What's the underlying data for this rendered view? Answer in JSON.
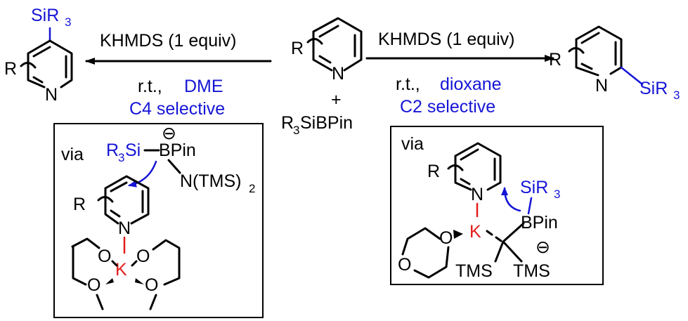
{
  "colors": {
    "text": "#000000",
    "blue": "#1515d6",
    "red": "#e21b1b"
  },
  "reagents": {
    "substrate_sub": "R",
    "plus": "+",
    "silylborane_pre": "R",
    "silylborane_sub": "3",
    "silylborane_post": "SiBPin"
  },
  "left_arrow": {
    "reagent": "KHMDS (1 equiv)",
    "conditions_pre": "r.t., ",
    "solvent": "DME",
    "selectivity": "C4 selective"
  },
  "right_arrow": {
    "reagent": "KHMDS (1 equiv)",
    "conditions_pre": "r.t., ",
    "solvent": "dioxane",
    "selectivity": "C2 selective"
  },
  "products": {
    "c4_silyl": "SiR",
    "c4_silyl_sub": "3",
    "c2_silyl": "SiR",
    "c2_silyl_sub": "3",
    "r": "R",
    "n": "N"
  },
  "left_box": {
    "via": "via",
    "charge": "⊖",
    "silyl": "R",
    "silyl_sub": "3",
    "silyl_post": "Si",
    "boron": "BPin",
    "amide": "N(TMS)",
    "amide_sub": "2",
    "r": "R",
    "n": "N",
    "k": "K",
    "o": "O"
  },
  "right_box": {
    "via": "via",
    "r": "R",
    "n": "N",
    "k": "K",
    "o": "O",
    "silyl": "SiR",
    "silyl_sub": "3",
    "boron": "BPin",
    "charge": "⊖",
    "tms": "TMS"
  }
}
